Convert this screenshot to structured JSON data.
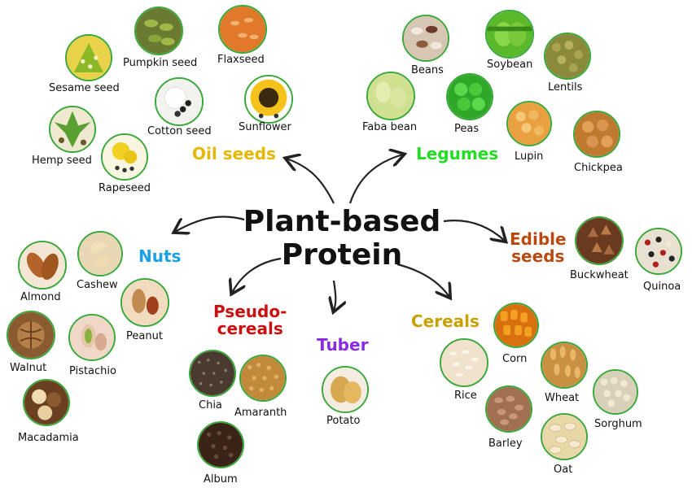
{
  "title": {
    "line1": "Plant-based",
    "line2": "Protein"
  },
  "categories": {
    "oil_seeds": {
      "label": "Oil seeds",
      "color": "#e8b800"
    },
    "legumes": {
      "label": "Legumes",
      "color": "#22dd22"
    },
    "nuts": {
      "label": "Nuts",
      "color": "#1aa0e6"
    },
    "edible_seeds": {
      "label1": "Edible",
      "label2": "seeds",
      "color": "#b84a10"
    },
    "pseudo_cereals": {
      "label1": "Pseudo-",
      "label2": "cereals",
      "color": "#cc1010"
    },
    "tuber": {
      "label": "Tuber",
      "color": "#8a2be2"
    },
    "cereals": {
      "label": "Cereals",
      "color": "#c8a000"
    }
  },
  "items": {
    "sesame_seed": "Sesame seed",
    "pumpkin_seed": "Pumpkin seed",
    "flaxseed": "Flaxseed",
    "cotton_seed": "Cotton seed",
    "sunflower": "Sunflower",
    "hemp_seed": "Hemp seed",
    "rapeseed": "Rapeseed",
    "beans": "Beans",
    "soybean": "Soybean",
    "lentils": "Lentils",
    "faba_bean": "Faba bean",
    "peas": "Peas",
    "lupin": "Lupin",
    "chickpea": "Chickpea",
    "almond": "Almond",
    "cashew": "Cashew",
    "peanut": "Peanut",
    "walnut": "Walnut",
    "pistachio": "Pistachio",
    "macadamia": "Macadamia",
    "buckwheat": "Buckwheat",
    "quinoa": "Quinoa",
    "chia": "Chia",
    "amaranth": "Amaranth",
    "album": "Album",
    "potato": "Potato",
    "corn": "Corn",
    "rice": "Rice",
    "wheat": "Wheat",
    "sorghum": "Sorghum",
    "barley": "Barley",
    "oat": "Oat"
  },
  "colors": {
    "circle_border": "#3aa83a",
    "arrow": "#222222"
  }
}
